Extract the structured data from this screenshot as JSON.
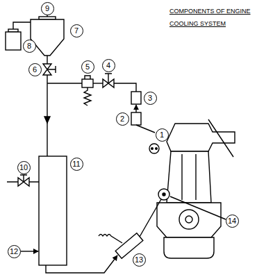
{
  "diagram": {
    "title": "COMPONENTS OF ENGINE COOLING SYSTEM",
    "labels": [
      "9",
      "7",
      "8",
      "6",
      "5",
      "4",
      "3",
      "2",
      "1",
      "10",
      "11",
      "14",
      "12",
      "13"
    ]
  }
}
